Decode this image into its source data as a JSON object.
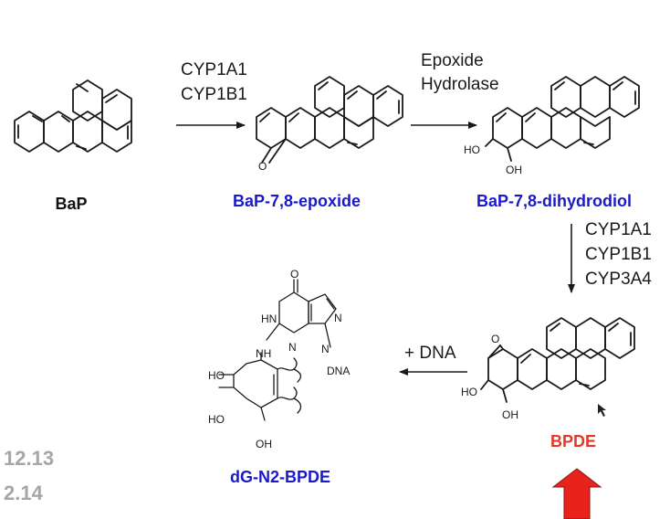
{
  "compounds": {
    "bap": "BaP",
    "epoxide": "BaP-7,8-epoxide",
    "dihydrodiol": "BaP-7,8-dihydrodiol",
    "bpde": "BPDE",
    "adduct": "dG-N2-BPDE"
  },
  "enzymes": {
    "step1": [
      "CYP1A1",
      "CYP1B1"
    ],
    "step2": [
      "Epoxide",
      "Hydrolase"
    ],
    "step3": [
      "CYP1A1",
      "CYP1B1",
      "CYP3A4"
    ],
    "step4": "+ DNA"
  },
  "atoms": {
    "epoxide_o": "O",
    "ho": "HO",
    "oh": "OH",
    "bpde_o": "O",
    "adduct_o": "O",
    "adduct_hn": "HN",
    "adduct_n": "N",
    "adduct_nh": "NH",
    "adduct_dna": "DNA"
  },
  "slide_numbers": [
    "12.13",
    "2.14"
  ],
  "colors": {
    "product_label": "#1a1ac8",
    "bpde_label": "#e23a2a",
    "highlight_arrow": "#e8231b",
    "slide_number": "#a6a6a6"
  }
}
